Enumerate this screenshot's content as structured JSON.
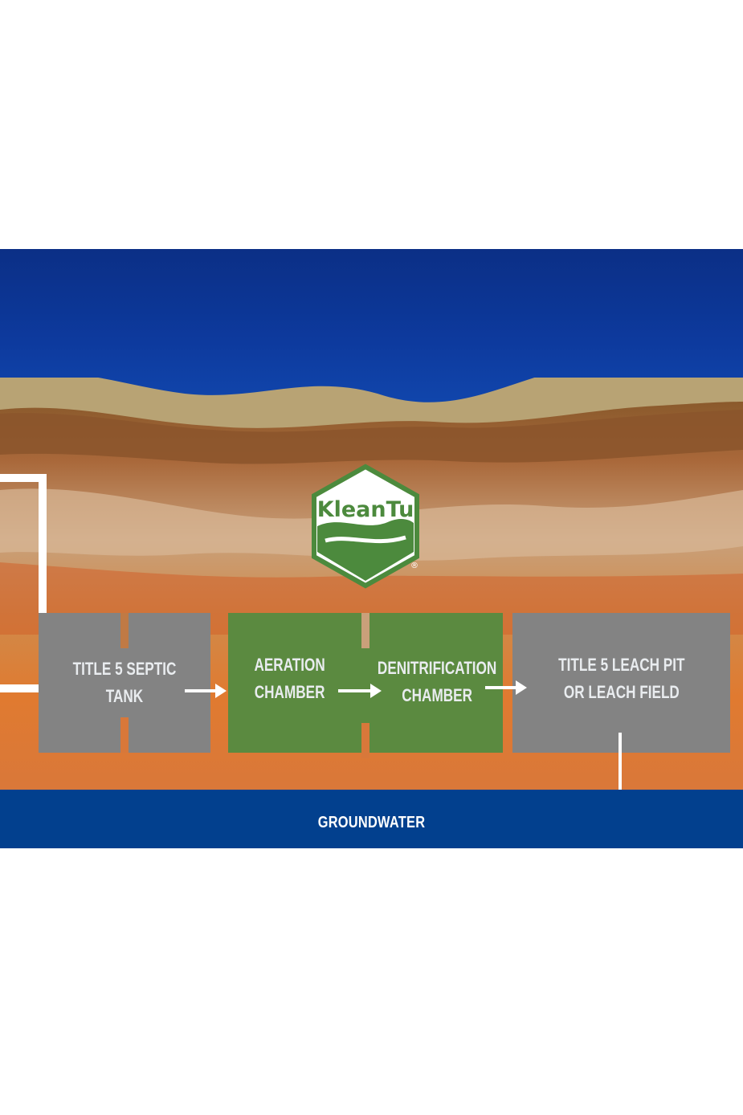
{
  "logo": {
    "brand": "KleanTu",
    "registered_mark": "®"
  },
  "stages": [
    {
      "label": "TITLE 5 SEPTIC TANK"
    },
    {
      "label": "AERATION\nCHAMBER"
    },
    {
      "label": "DENITRIFICATION\nCHAMBER"
    },
    {
      "label": "TITLE 5 LEACH PIT\nOR LEACH FIELD"
    }
  ],
  "groundwater": {
    "label": "GROUNDWATER"
  },
  "colors": {
    "sky": "#0d3a9e",
    "soil": "#cf7a3a",
    "tank_gray": "#838383",
    "treatment_green": "#5b8a40",
    "groundwater_blue": "#02408e"
  }
}
